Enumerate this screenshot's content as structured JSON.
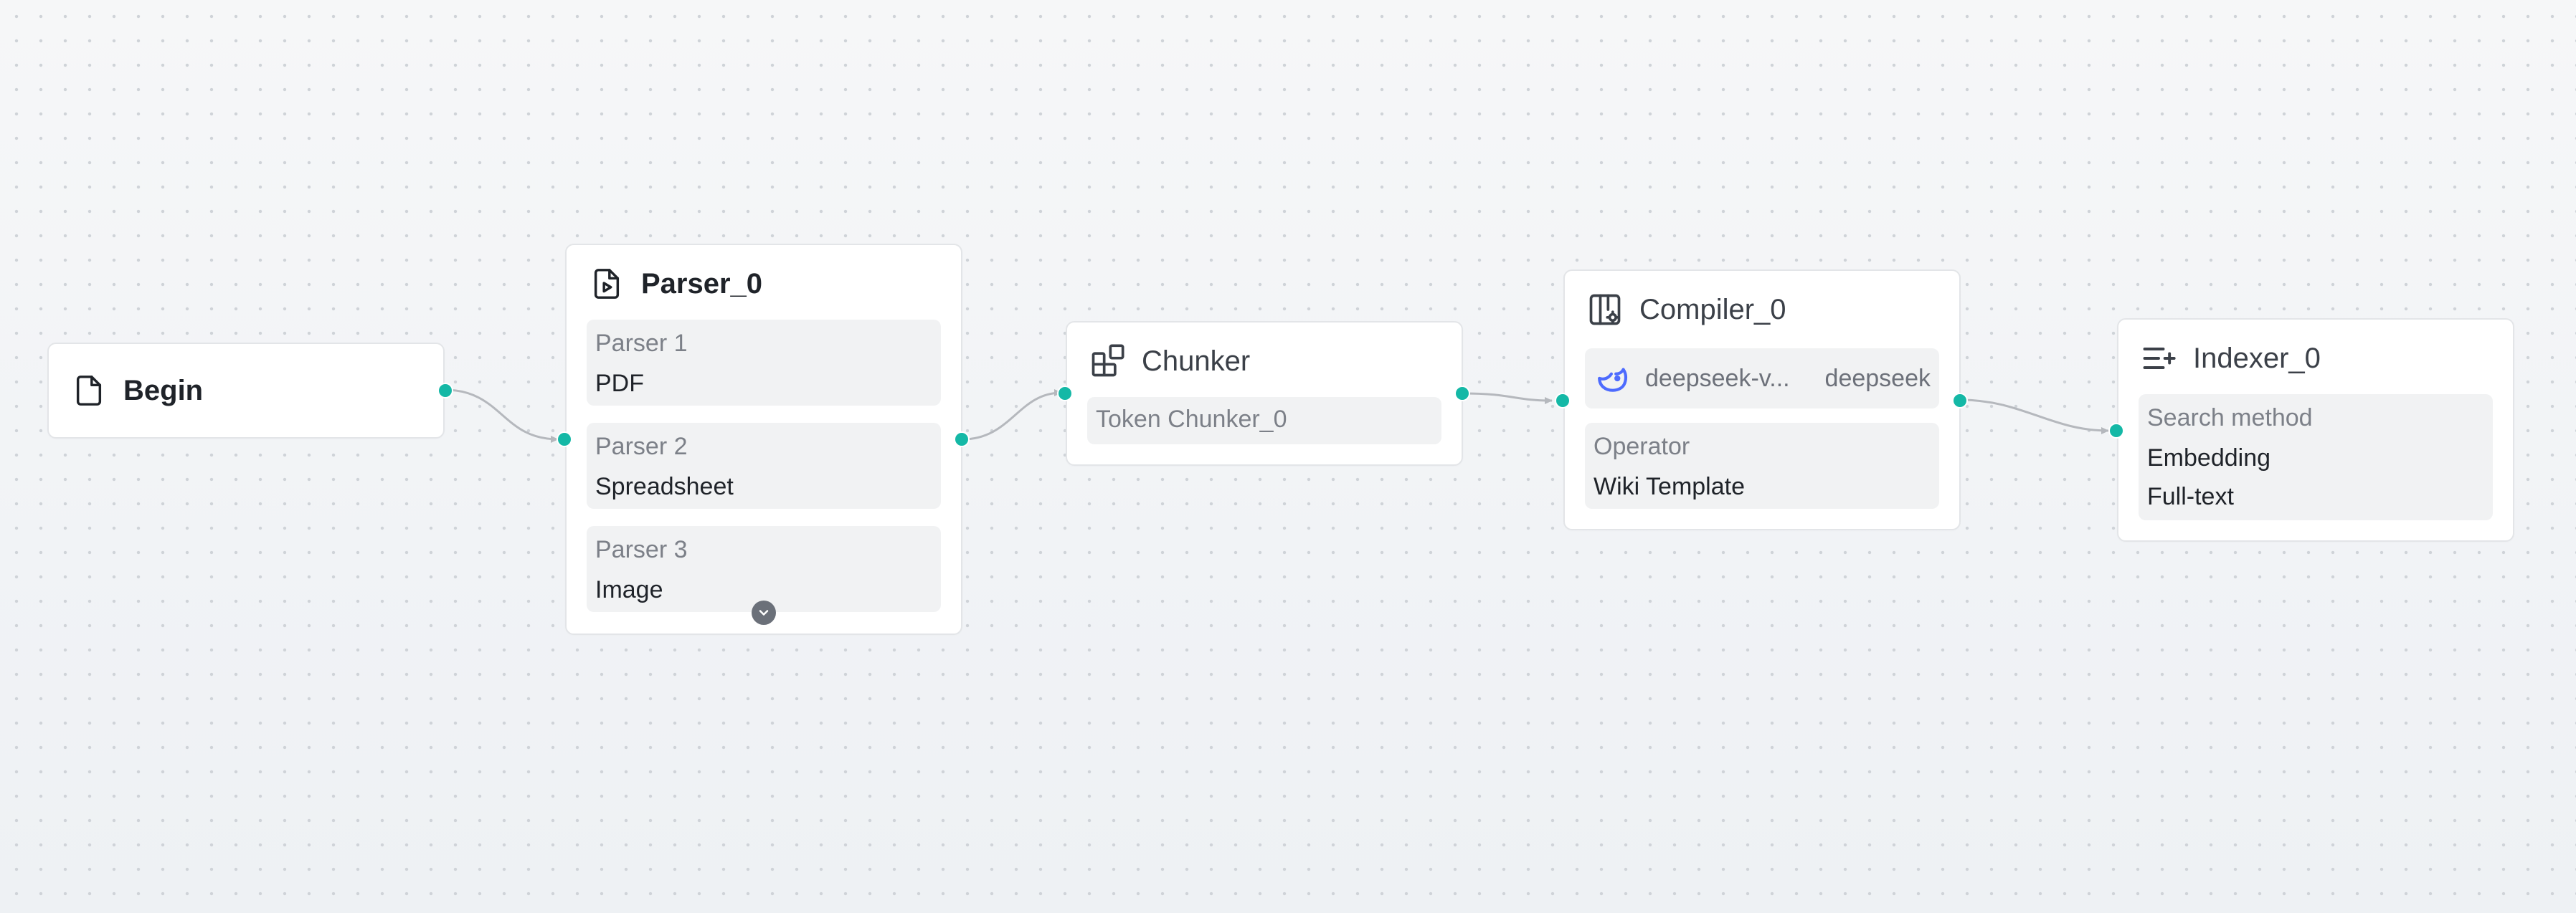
{
  "canvas": {
    "accent_color": "#14b8a6",
    "edge_color": "#b5b8bd"
  },
  "nodes": {
    "begin": {
      "title": "Begin",
      "icon": "file-icon"
    },
    "parser": {
      "title": "Parser_0",
      "icon": "file-play-icon",
      "fields": [
        {
          "label": "Parser 1",
          "value": "PDF"
        },
        {
          "label": "Parser 2",
          "value": "Spreadsheet"
        },
        {
          "label": "Parser 3",
          "value": "Image"
        }
      ],
      "expand_icon": "chevron-down-icon"
    },
    "chunker": {
      "title": "Chunker",
      "icon": "blocks-icon",
      "fields": [
        {
          "label": "Token Chunker_0"
        }
      ]
    },
    "compiler": {
      "title": "Compiler_0",
      "icon": "library-settings-icon",
      "model": {
        "icon": "deepseek-whale-icon",
        "name": "deepseek-v...",
        "provider": "deepseek"
      },
      "fields": [
        {
          "label": "Operator",
          "value": "Wiki Template"
        }
      ]
    },
    "indexer": {
      "title": "Indexer_0",
      "icon": "list-plus-icon",
      "fields": [
        {
          "label": "Search method",
          "values": [
            "Embedding",
            "Full-text"
          ]
        }
      ]
    }
  }
}
